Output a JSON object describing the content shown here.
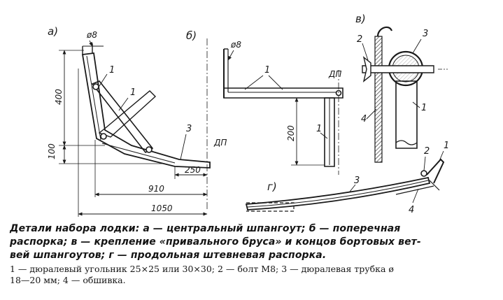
{
  "panels": {
    "a": {
      "letter": "а)",
      "dims": {
        "phi": "ø8",
        "h400": "400",
        "h100": "100",
        "d910": "910",
        "d1050": "1050",
        "d250": "250"
      },
      "parts": {
        "p1a": "1",
        "p1b": "1",
        "p3": "3"
      },
      "dp": "ДП"
    },
    "b": {
      "letter": "б)",
      "dims": {
        "phi": "ø8",
        "h200": "200"
      },
      "parts": {
        "p1a": "1",
        "p1b": "1"
      },
      "dp": "ДП"
    },
    "v": {
      "letter": "в)",
      "parts": {
        "p2": "2",
        "p3": "3",
        "p1": "1",
        "p4": "4"
      }
    },
    "g": {
      "letter": "г)",
      "parts": {
        "p3": "3",
        "p2": "2",
        "p1": "1",
        "p4": "4"
      }
    }
  },
  "caption": {
    "title_lines": [
      "Детали набора лодки: а — центральный шпангоут; б — поперечная",
      "распорка; в — крепление «привального бруса» и концов бортовых вет-",
      "вей шпангоутов; г — продольная штевневая распорка."
    ],
    "legend_lines": [
      "1 — дюралевый угольник 25×25 или 30×30; 2 — болт М8; 3 — дюралевая трубка ø",
      "18—20 мм; 4 — обшивка."
    ]
  }
}
